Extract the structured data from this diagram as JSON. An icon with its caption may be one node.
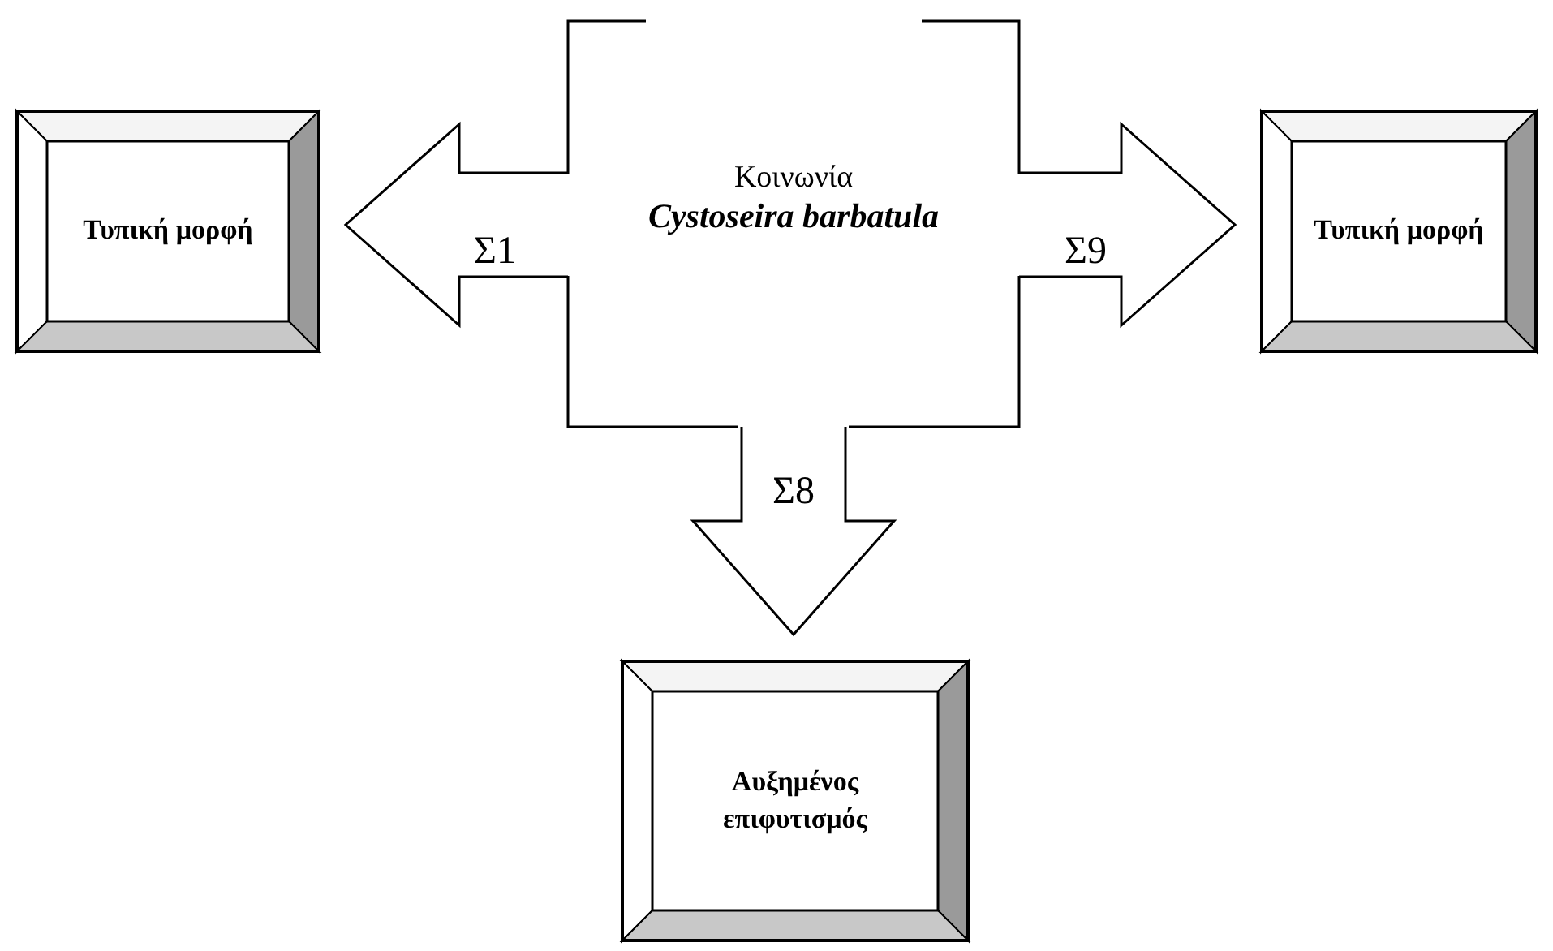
{
  "diagram": {
    "nodes": [
      {
        "text": [
          "Κοινωνία",
          "Cystoseira barbatula"
        ]
      },
      {
        "text": [
          "Τυπική μορφή"
        ]
      },
      {
        "text": [
          "Τυπική μορφή"
        ]
      },
      {
        "text": [
          "Αυξημένος επιφυτισμός"
        ]
      }
    ],
    "edges": [
      {
        "from": 0,
        "to": 1,
        "arrow": "to",
        "label": "Σ1"
      },
      {
        "from": 0,
        "to": 2,
        "arrow": "to",
        "label": "Σ9"
      },
      {
        "from": 0,
        "to": 3,
        "arrow": "to",
        "label": "Σ8"
      }
    ]
  }
}
